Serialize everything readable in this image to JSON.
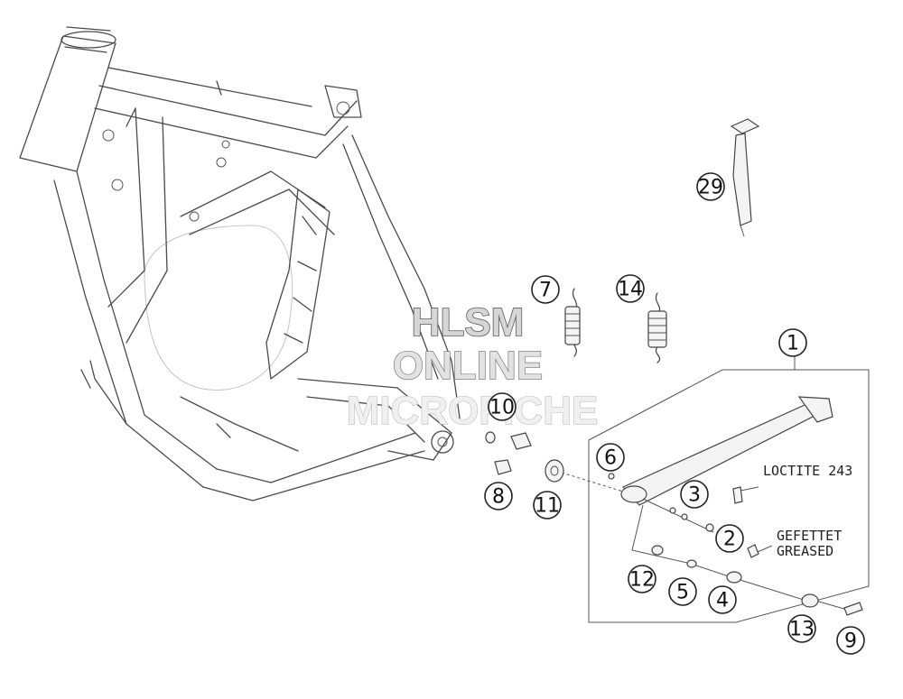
{
  "watermark": {
    "line1": "HLSM",
    "line2": "ONLINE",
    "line3": "MICROFICHE"
  },
  "notes": {
    "loctite": "LOCTITE 243",
    "gefettet": "GEFETTET",
    "greased": "GREASED"
  },
  "callouts": [
    "1",
    "2",
    "3",
    "4",
    "5",
    "6",
    "7",
    "8",
    "9",
    "10",
    "11",
    "12",
    "13",
    "14",
    "29"
  ]
}
